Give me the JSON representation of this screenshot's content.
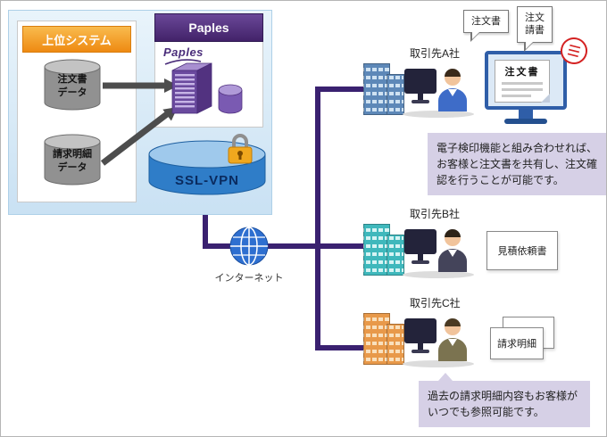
{
  "colors": {
    "accent_purple": "#3a2170",
    "header_orange": "#ee8a12",
    "paples_purple": "#4a2d7a",
    "sslvpn_blue": "#2f7dc8",
    "panel_blue": "#d2e7f6",
    "callout_bg": "#d6d0e6",
    "seal_red": "#d42222"
  },
  "left_panel": {
    "upper_system": {
      "title": "上位システム",
      "databases": [
        {
          "label": "注文書\nデータ"
        },
        {
          "label": "請求明細\nデータ"
        }
      ]
    },
    "paples": {
      "header": "Paples",
      "logo": "Paples"
    },
    "sslvpn": {
      "label": "SSL-VPN"
    }
  },
  "internet": {
    "label": "インターネット"
  },
  "partners": [
    {
      "name": "取引先A社",
      "floating_docs": [
        {
          "label": "注文書"
        },
        {
          "label": "注文\n請書"
        }
      ],
      "screen_doc": "注文書"
    },
    {
      "name": "取引先B社",
      "doc": "見積依頼書"
    },
    {
      "name": "取引先C社",
      "doc": "請求明細"
    }
  ],
  "callouts": [
    {
      "text": "電子検印機能と組み合わせれば、お客様と注文書を共有し、注文確認を行うことが可能です。"
    },
    {
      "text": "過去の請求明細内容もお客様がいつでも参照可能です。"
    }
  ]
}
